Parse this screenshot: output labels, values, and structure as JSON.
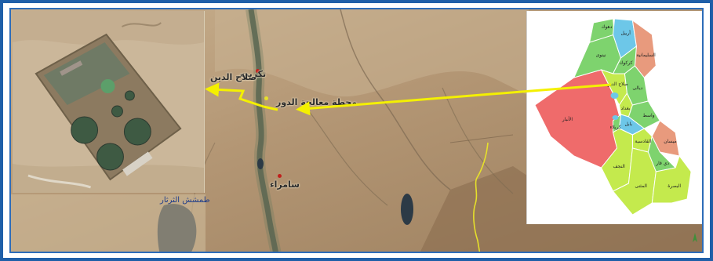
{
  "map": {
    "labels": {
      "tikrit": "تكريت",
      "salahuddin": "صلاح الدين",
      "station": "محطة معالجة الدور",
      "samarra": "سامراء",
      "lake": "طمشش الثرثار"
    },
    "colors": {
      "frame": "#1f5fa8",
      "arrow": "#f4f000",
      "marker": "#c0201c",
      "anbar": "#ef6b6b",
      "green": "#7ed36e",
      "lime": "#c4ea4d",
      "blue": "#6dc7e8",
      "salmon": "#e89a7d"
    },
    "iraq_map": {
      "gov_labels": [
        "دهوك",
        "أربيل",
        "نينوى",
        "كركوك",
        "السليمانية",
        "صلاح الدين",
        "ديالى",
        "الأنبار",
        "بغداد",
        "واسط",
        "بابل",
        "كربلاء",
        "ميسان",
        "القادسية",
        "ذي قار",
        "النجف",
        "البصرة",
        "المثنى"
      ]
    },
    "icons": [
      "station-marker-icon",
      "compass-icon"
    ]
  }
}
